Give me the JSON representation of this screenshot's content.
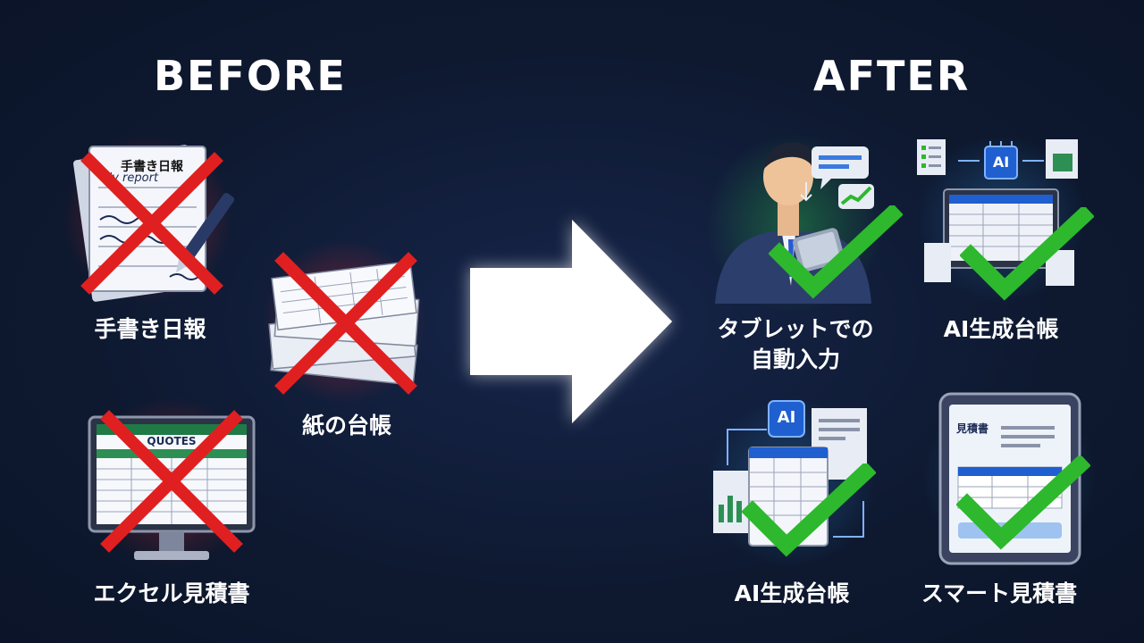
{
  "headings": {
    "before": "BEFORE",
    "after": "AFTER"
  },
  "before": {
    "handwritten": {
      "label": "手書き日報",
      "doc_title": "手書き日報",
      "doc_line": "ily report"
    },
    "paper": {
      "label": "紙の台帳"
    },
    "excel": {
      "label": "エクセル見積書",
      "sheet_title": "QUOTES"
    }
  },
  "after": {
    "tablet": {
      "label_line1": "タブレットでの",
      "label_line2": "自動入力"
    },
    "ai_ledger_top": {
      "label": "AI生成台帳",
      "chip": "AI"
    },
    "ai_ledger_bottom": {
      "label": "AI生成台帳",
      "chip": "AI"
    },
    "smart_quote": {
      "label": "スマート見積書",
      "doc_title": "見積書"
    }
  },
  "colors": {
    "background": "#0f1a33",
    "cross": "#e02020",
    "check": "#2db82d",
    "arrow": "#ffffff"
  }
}
